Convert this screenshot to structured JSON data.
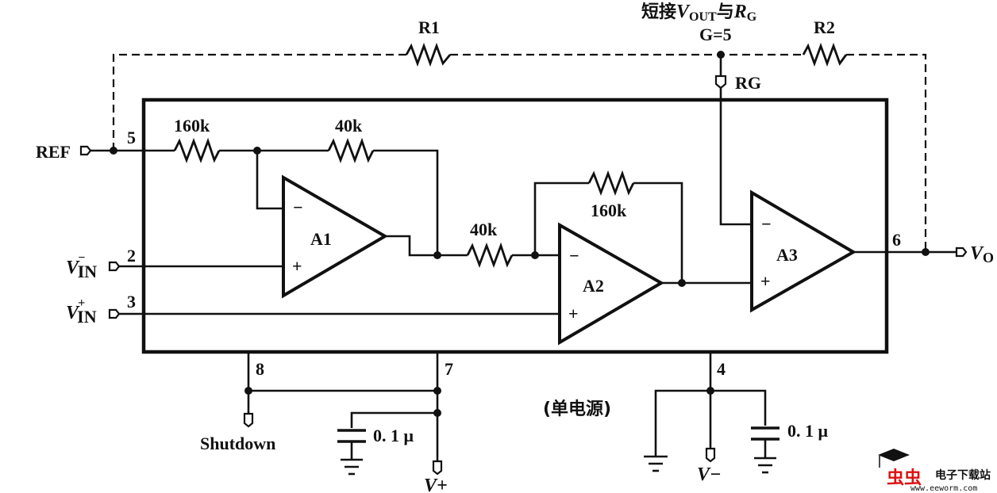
{
  "top_note": {
    "prefix": "短接",
    "v": "V",
    "v_sub": "OUT",
    "mid": "与",
    "r": "R",
    "r_sub": "G"
  },
  "gain": "G=5",
  "resistors": {
    "r1": "R1",
    "r2": "R2",
    "r160k_ref": "160k",
    "r40k_fb": "40k",
    "r40k_mid": "40k",
    "r160k_fb2": "160k"
  },
  "amplifiers": {
    "a1": "A1",
    "a2": "A2",
    "a3": "A3"
  },
  "signs": {
    "minus": "−",
    "plus": "+"
  },
  "pins": {
    "ref": "REF",
    "p5": "5",
    "p2": "2",
    "p3": "3",
    "p6": "6",
    "p8": "8",
    "p7": "7",
    "p4": "4",
    "rg": "RG"
  },
  "inputs": {
    "vin_minus": {
      "v": "V",
      "sup": "−",
      "sub": "IN"
    },
    "vin_plus": {
      "v": "V",
      "sup": "+",
      "sub": "IN"
    }
  },
  "output": {
    "v": "V",
    "sub": "O"
  },
  "supply": {
    "shutdown": "Shutdown",
    "vplus": "V+",
    "vminus": "V−",
    "single_supply": "(单电源)",
    "cap1": "0. 1 μ",
    "cap2": "0. 1 μ"
  },
  "watermark": {
    "logo": "虫虫",
    "site_cn": "电子下载站",
    "site_url": "www.eeworm.com"
  }
}
